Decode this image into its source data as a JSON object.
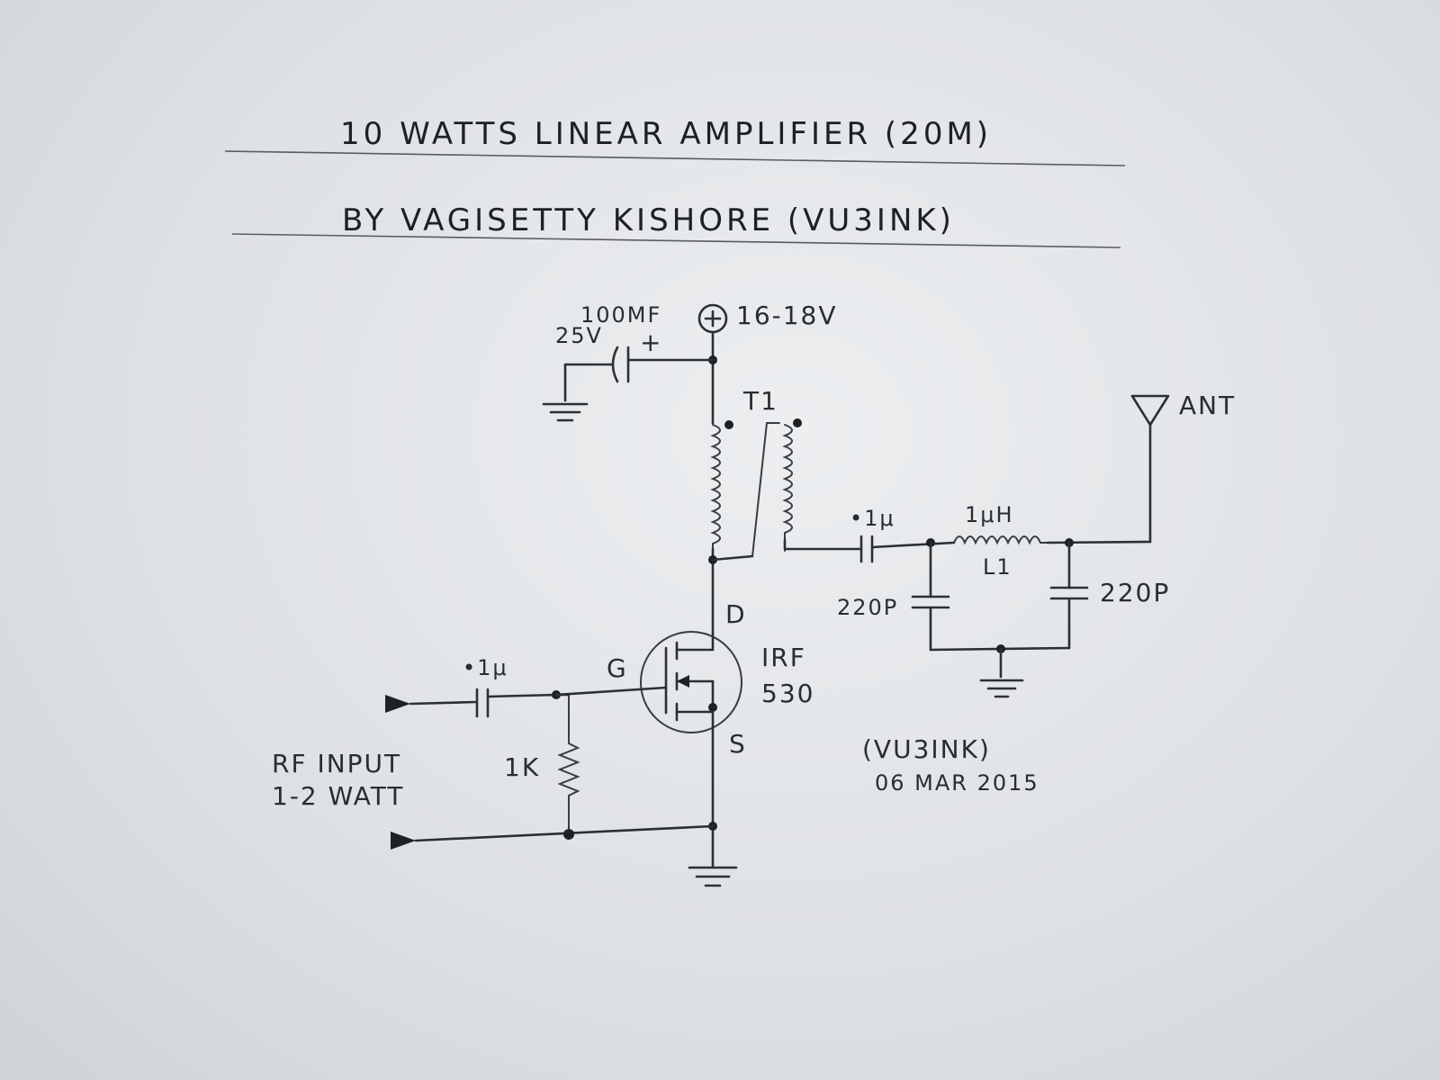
{
  "header": {
    "title": "10 WATTS LINEAR AMPLIFIER (20M)",
    "author": "BY VAGISETTY  KISHORE (VU3INK)"
  },
  "labels": {
    "cap_supply_value": "100MF",
    "cap_supply_voltage": "25V",
    "cap_supply_polarity": "+",
    "supply_symbol": "+",
    "supply_voltage": "16-18V",
    "transformer": "T1",
    "antenna": "ANT",
    "cap_output": "•1μ",
    "inductor_value": "1μH",
    "inductor_name": "L1",
    "cap_shunt_left": "220P",
    "cap_shunt_right": "220P",
    "drain": "D",
    "gate": "G",
    "source": "S",
    "mosfet_part_1": "IRF",
    "mosfet_part_2": "530",
    "cap_input": "•1μ",
    "resistor": "1K",
    "rf_input_line1": "RF INPUT",
    "rf_input_line2": "1-2 WATT",
    "signature_call": "(VU3INK)",
    "signature_date": "06 MAR 2015"
  }
}
